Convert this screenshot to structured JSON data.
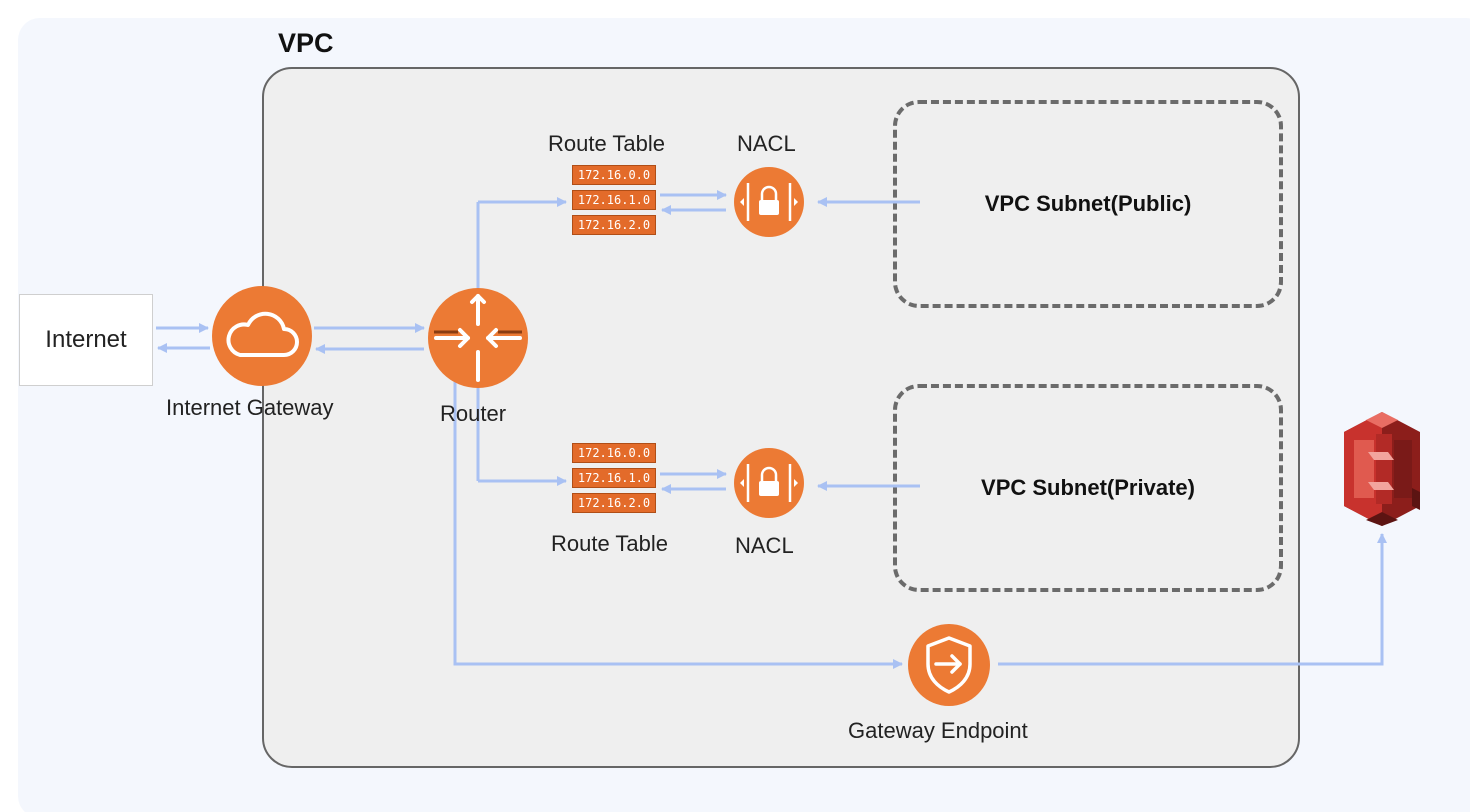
{
  "vpc": {
    "title": "VPC"
  },
  "internet": {
    "label": "Internet"
  },
  "internet_gateway": {
    "label": "Internet Gateway",
    "icon": "cloud-icon"
  },
  "router": {
    "label": "Router",
    "icon": "router-icon"
  },
  "route_tables": {
    "public": {
      "label": "Route Table",
      "entries": [
        "172.16.0.0",
        "172.16.1.0",
        "172.16.2.0"
      ]
    },
    "private": {
      "label": "Route Table",
      "entries": [
        "172.16.0.0",
        "172.16.1.0",
        "172.16.2.0"
      ]
    }
  },
  "nacl": {
    "public": {
      "label": "NACL",
      "icon": "lock-icon"
    },
    "private": {
      "label": "NACL",
      "icon": "lock-icon"
    }
  },
  "subnets": {
    "public": {
      "label": "VPC Subnet(Public)"
    },
    "private": {
      "label": "VPC Subnet(Private)"
    }
  },
  "gateway_endpoint": {
    "label": "Gateway Endpoint",
    "icon": "endpoint-shield-icon"
  },
  "s3": {
    "icon": "s3-bucket-icon"
  },
  "colors": {
    "panel_bg": "#f4f7fd",
    "vpc_bg": "#efefef",
    "node_orange": "#ec7a34",
    "route_table_orange": "#e36b2a",
    "link_blue": "#a9c1f3",
    "s3_red": "#c8322d"
  }
}
